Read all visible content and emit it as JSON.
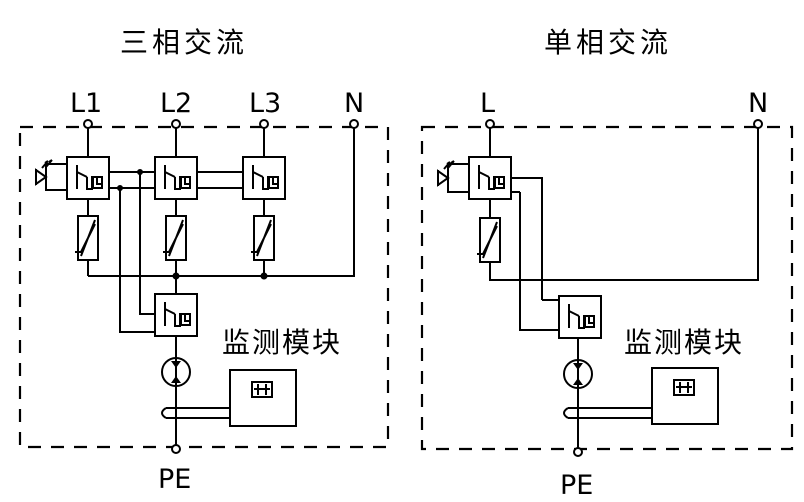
{
  "left": {
    "title": "三相交流",
    "terminals": [
      "L1",
      "L2",
      "L3",
      "N"
    ],
    "ground": "PE",
    "module_label": "监测模块",
    "display_icon": "digital-display-icon"
  },
  "right": {
    "title": "单相交流",
    "terminals": [
      "L",
      "N"
    ],
    "ground": "PE",
    "module_label": "监测模块",
    "display_icon": "digital-display-icon"
  },
  "icons": {
    "led": "led-indicator-icon",
    "breaker": "thermal-disconnector-icon",
    "varistor": "varistor-icon",
    "gdt": "gas-discharge-tube-icon",
    "ground_electrode": "ground-electrode-icon"
  }
}
